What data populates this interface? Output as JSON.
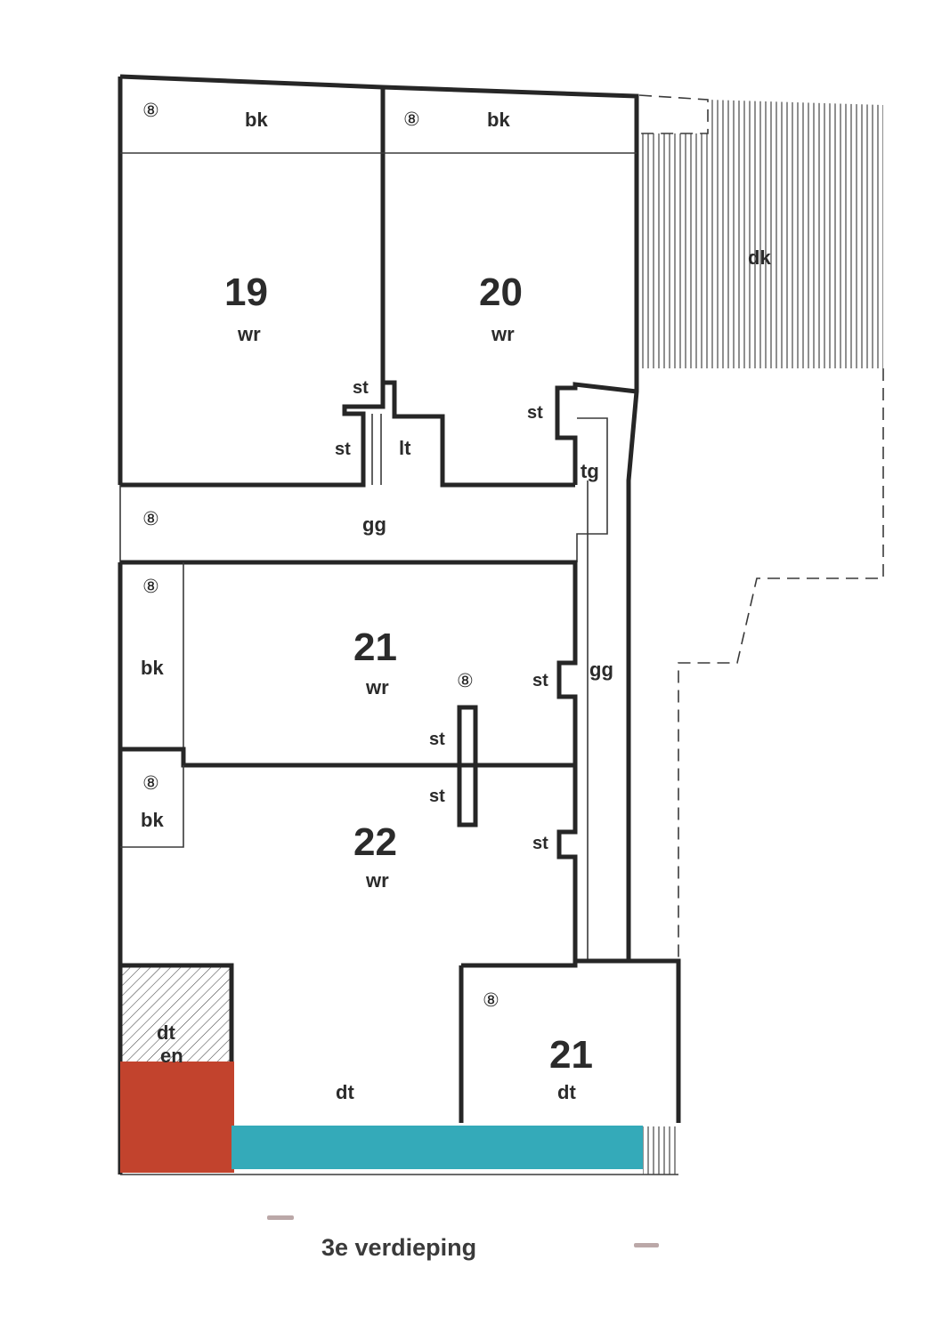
{
  "plan": {
    "title": "3e verdieping",
    "room_marker": "⑧",
    "rooms": {
      "room_19": {
        "number": "19",
        "type": "wr",
        "strip": "bk"
      },
      "room_20": {
        "number": "20",
        "type": "wr",
        "strip": "bk"
      },
      "room_21": {
        "number": "21",
        "type": "wr",
        "side": "bk"
      },
      "room_22": {
        "number": "22",
        "type": "wr",
        "side": "bk"
      },
      "room_21_dt": {
        "number": "21",
        "type": "dt"
      }
    },
    "labels": {
      "dk": "dk",
      "lt": "lt",
      "tg": "tg",
      "gg_corridor": "gg",
      "gg_vertical": "gg",
      "dt_middle": "dt",
      "dt_en": "dt\nen",
      "st": "st"
    },
    "colors": {
      "red_block": "#c2432d",
      "blue_block": "#34aab9",
      "walls": "#262626"
    }
  }
}
